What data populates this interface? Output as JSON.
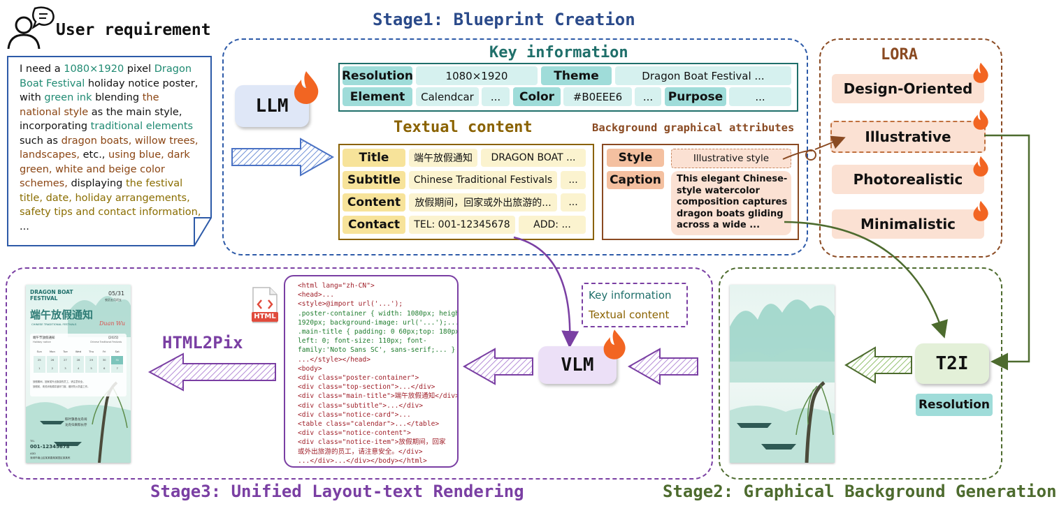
{
  "stage1": {
    "title": "Stage1: Blueprint Creation"
  },
  "stage2": {
    "title": "Stage2: Graphical Background Generation"
  },
  "stage3": {
    "title": "Stage3: Unified Layout-text Rendering"
  },
  "user": {
    "heading": "User requirement",
    "text_segments": [
      {
        "t": "I need a ",
        "c": ""
      },
      {
        "t": "1080×1920",
        "c": "g"
      },
      {
        "t": " pixel ",
        "c": ""
      },
      {
        "t": "Dragon Boat Festival",
        "c": "g"
      },
      {
        "t": " holiday notice poster, with ",
        "c": ""
      },
      {
        "t": "green ink",
        "c": "g"
      },
      {
        "t": " blending ",
        "c": ""
      },
      {
        "t": "the national style",
        "c": "b"
      },
      {
        "t": " as the main style, incorporating ",
        "c": ""
      },
      {
        "t": "traditional elements",
        "c": "g"
      },
      {
        "t": " such as ",
        "c": ""
      },
      {
        "t": "dragon boats, willow trees, landscapes,",
        "c": "b"
      },
      {
        "t": " etc., ",
        "c": ""
      },
      {
        "t": "using blue, dark green, white and beige color schemes,",
        "c": "b"
      },
      {
        "t": " displaying ",
        "c": ""
      },
      {
        "t": "the festival title, date, holiday arrangements, safety tips and contact information,",
        "c": "o"
      },
      {
        "t": " ...",
        "c": ""
      }
    ]
  },
  "llm": {
    "label": "LLM"
  },
  "vlm": {
    "label": "VLM"
  },
  "t2i": {
    "label": "T2I",
    "resolution": "Resolution"
  },
  "key_info": {
    "heading": "Key information",
    "resolution_label": "Resolution",
    "resolution_value": "1080×1920",
    "theme_label": "Theme",
    "theme_value": "Dragon Boat Festival ...",
    "element_label": "Element",
    "element_value": "Calendcar",
    "element_more": "...",
    "color_label": "Color",
    "color_value": "#B0EEE6",
    "color_more": "...",
    "purpose_label": "Purpose",
    "purpose_value": "..."
  },
  "textual": {
    "heading": "Textual content",
    "title_label": "Title",
    "title_v1": "端午放假通知",
    "title_v2": "DRAGON BOAT ...",
    "subtitle_label": "Subtitle",
    "subtitle_v1": "Chinese Traditional Festivals",
    "subtitle_more": "...",
    "content_label": "Content",
    "content_v1": "放假期间，回家或外出旅游的...",
    "content_more": "...",
    "contact_label": "Contact",
    "contact_v1": "TEL: 001-12345678",
    "contact_v2": "ADD: ..."
  },
  "background": {
    "heading": "Background graphical attributes",
    "style_label": "Style",
    "style_value": "Illustrative style",
    "caption_label": "Caption",
    "caption_value": "This elegant Chinese-style watercolor composition captures dragon boats gliding across a wide ..."
  },
  "lora": {
    "heading": "LORA",
    "items": [
      "Design-Oriented",
      "Illustrative",
      "Photorealistic",
      "Minimalistic"
    ]
  },
  "html2pix": {
    "label": "HTML2Pix",
    "badge": "HTML"
  },
  "legend": {
    "key": "Key information",
    "text": "Textual content"
  },
  "code_lines": [
    "<html lang=\"zh-CN\">",
    "<head>...",
    "<style>@import url('...');",
    ".poster-container { width: 1080px; height:",
    "1920px; background-image: url('...');...}",
    ".main-title { padding: 0 60px;top: 180px;",
    "left: 0; font-size: 110px; font-",
    "family:'Noto Sans SC', sans-serif;... }",
    "...</style></head>",
    "<body>",
    "<div class=\"poster-container\">",
    "<div class=\"top-section\">...</div>",
    "<div class=\"main-title\">端午放假通知</div>",
    "<div class=\"subtitle\">...</div>",
    "<div class=\"notice-card\">...",
    "<table class=\"calendar\">...</table>",
    "<div class=\"notice-content\">",
    "<div class=\"notice-item\">放假期间，回家",
    "或外出旅游的员工，请注意安全。</div>",
    "...</div>...</div></body></html>"
  ],
  "poster": {
    "title1": "DRAGON BOAT",
    "title2": "FESTIVAL",
    "date": "05/31",
    "date_sub": "农历五月初五",
    "main_title": "端午放假通知",
    "sub": "CHINESE TRADITIONAL FESTIVALS",
    "script": "Duan Wu",
    "card_title": "端午节放假通知",
    "card_sub": "Holiday notice",
    "card_year": "【2025】",
    "card_year_sub": "Chinese Traditional Festivals",
    "weekdays": [
      "Sun",
      "Mon",
      "Tue",
      "Wed",
      "Thu",
      "Fri",
      "Sat"
    ],
    "row1": [
      "25",
      "26",
      "27",
      "28",
      "29",
      "30",
      "31"
    ],
    "row2": [
      "1",
      "2",
      "3",
      "4",
      "5",
      "6",
      "7"
    ],
    "note1": "放假期间，回家或外出旅游的员工，请注意安全。",
    "note2": "放假前，请关闭电源并锁好门窗，做好防火防盗工作。",
    "poem1": "粽叶飘香龙舟闹",
    "poem2": "龙舟归来粽长存",
    "tel_label": "TEL",
    "tel": "001-12345678",
    "add_label": "ADD",
    "add": "深圳市南山区某某路某某园区某某栋"
  }
}
